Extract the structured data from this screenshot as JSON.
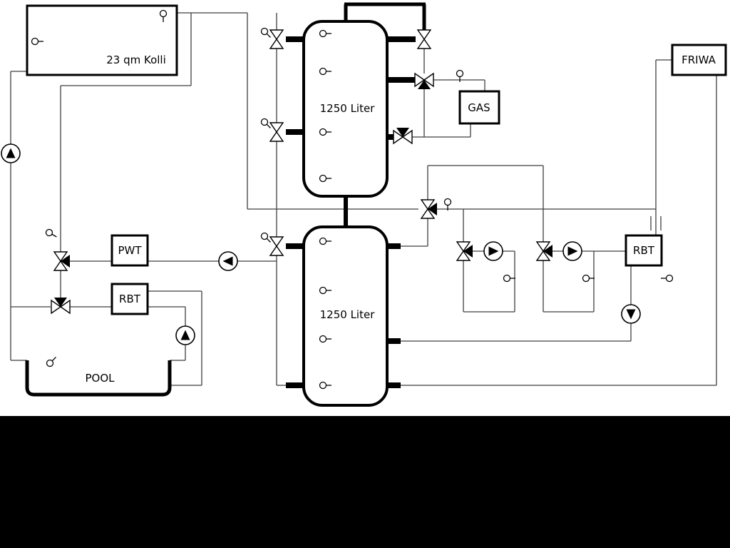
{
  "schematic": {
    "labels": {
      "collector": "23 qm Kolli",
      "tank_top": "1250 Liter",
      "tank_bottom": "1250 Liter",
      "pwt": "PWT",
      "rbt_left": "RBT",
      "rbt_right": "RBT",
      "gas": "GAS",
      "friwa": "FRIWA",
      "pool": "POOL"
    },
    "colors": {
      "pipe_thin": "#3f3f3f",
      "pipe_thick": "#000000",
      "component_fill": "#ffffff",
      "background": "#ffffff",
      "bottom_band": "#000000"
    },
    "icons": {
      "pump_icon": "circle with filled triangle showing flow direction",
      "three_way_valve_icon": "bowtie with filled third-port triangle",
      "shutoff_valve_icon": "bowtie of two open triangles",
      "temperature_sensor_icon": "small circle with short stem"
    }
  }
}
